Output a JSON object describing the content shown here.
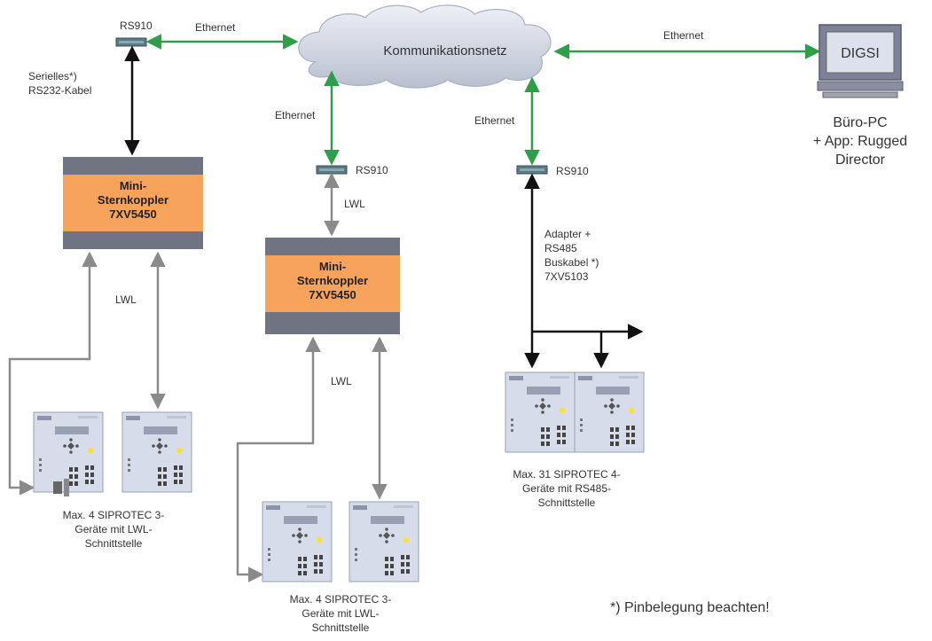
{
  "network": {
    "cloud_label": "Kommunikationsnetz",
    "ethernet": "Ethernet",
    "rs910": "RS910"
  },
  "pc": {
    "screen_label": "DIGSI",
    "caption_lines": [
      "Büro-PC",
      "+ App: Rugged",
      "Director"
    ]
  },
  "left_branch": {
    "cable_lines": [
      "Serielles*)",
      "RS232-Kabel"
    ],
    "coupler_lines": [
      "Mini-",
      "Sternkoppler",
      "7XV5450"
    ],
    "lwl": "LWL",
    "device_caption_lines": [
      "Max. 4 SIPROTEC 3-",
      "Geräte mit LWL-",
      "Schnittstelle"
    ]
  },
  "middle_branch": {
    "coupler_lines": [
      "Mini-",
      "Sternkoppler",
      "7XV5450"
    ],
    "lwl_top": "LWL",
    "lwl_bottom": "LWL",
    "device_caption_lines": [
      "Max. 4 SIPROTEC 3-",
      "Geräte mit LWL-",
      "Schnittstelle"
    ]
  },
  "right_branch": {
    "adapter_lines": [
      "Adapter +",
      "RS485",
      "Buskabel *)",
      "7XV5103"
    ],
    "device_caption_lines": [
      "Max. 31 SIPROTEC 4-",
      "Geräte mit RS485-",
      "Schnittstelle"
    ]
  },
  "footnote": "*) Pinbelegung beachten!",
  "colors": {
    "green_arrow": "#2e9e4a",
    "gray_arrow": "#8a8a8a",
    "coupler_orange": "#f7a35c",
    "coupler_band": "#6f7382",
    "device_body": "#d7dcea"
  }
}
